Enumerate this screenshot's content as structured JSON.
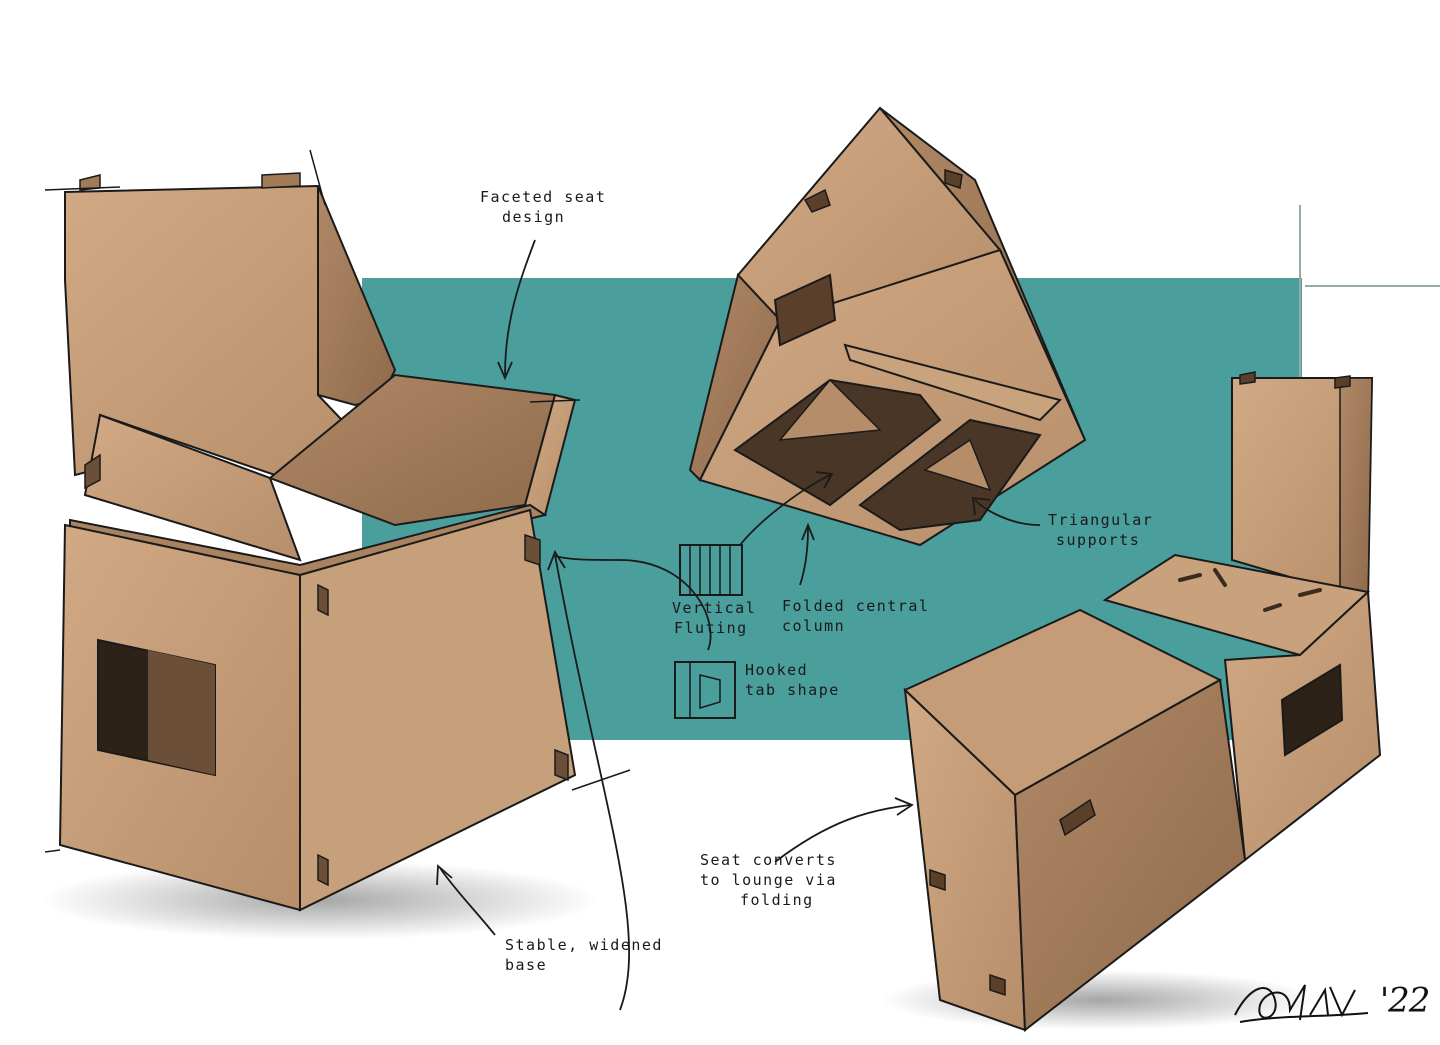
{
  "colors": {
    "panel": "#4a9e9c",
    "cardboard": "#c79f7b",
    "cardboard_dark": "#a47e5c",
    "cardboard_shadow": "#7a5a40",
    "ink": "#1a1a1a"
  },
  "annotations": {
    "faceted_seat": [
      "Faceted seat",
      "design"
    ],
    "triangular_supports": [
      "Triangular",
      "supports"
    ],
    "vertical_fluting": [
      "Vertical",
      "Fluting"
    ],
    "folded_central_column": [
      "Folded central",
      "column"
    ],
    "hooked_tab_shape": [
      "Hooked",
      "tab shape"
    ],
    "seat_converts": [
      "Seat converts",
      "to lounge via",
      "folding"
    ],
    "stable_base": [
      "Stable, widened",
      "base"
    ]
  },
  "signature": {
    "year": "'22"
  }
}
